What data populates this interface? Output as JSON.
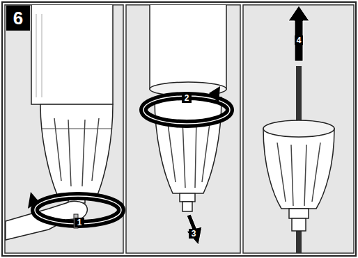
{
  "diagram": {
    "labels": [
      "6",
      "1",
      "2",
      "3",
      "4"
    ]
  }
}
